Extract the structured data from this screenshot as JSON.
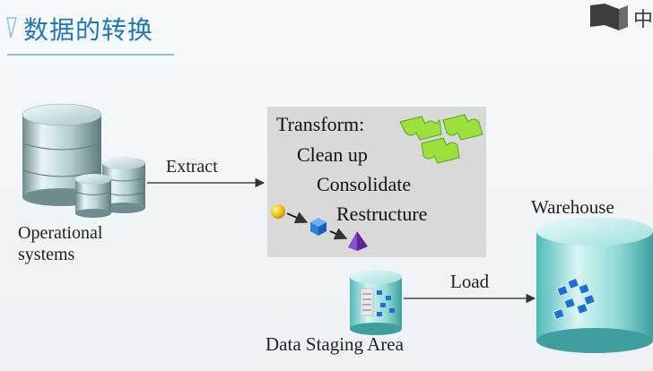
{
  "slide": {
    "title": "数据的转换",
    "corner_logo_text": "中"
  },
  "diagram": {
    "source_label_line1": "Operational",
    "source_label_line2": "systems",
    "extract_label": "Extract",
    "transform": {
      "heading": "Transform:",
      "steps": [
        "Clean up",
        "Consolidate",
        "Restructure"
      ]
    },
    "staging_label": "Data Staging Area",
    "load_label": "Load",
    "warehouse_label": "Warehouse"
  },
  "colors": {
    "title_blue": "#1e78b8",
    "cylinder_teal": "#7fd3d3",
    "puzzle_green": "#9be03c",
    "cube_blue": "#2c7fe0",
    "pyramid_purple": "#6a2fb0",
    "sphere_yellow": "#f5c400"
  },
  "icons": [
    "database-cylinder-icon",
    "puzzle-pieces-icon",
    "sphere-icon",
    "cube-icon",
    "pyramid-icon",
    "arrow-icon"
  ]
}
